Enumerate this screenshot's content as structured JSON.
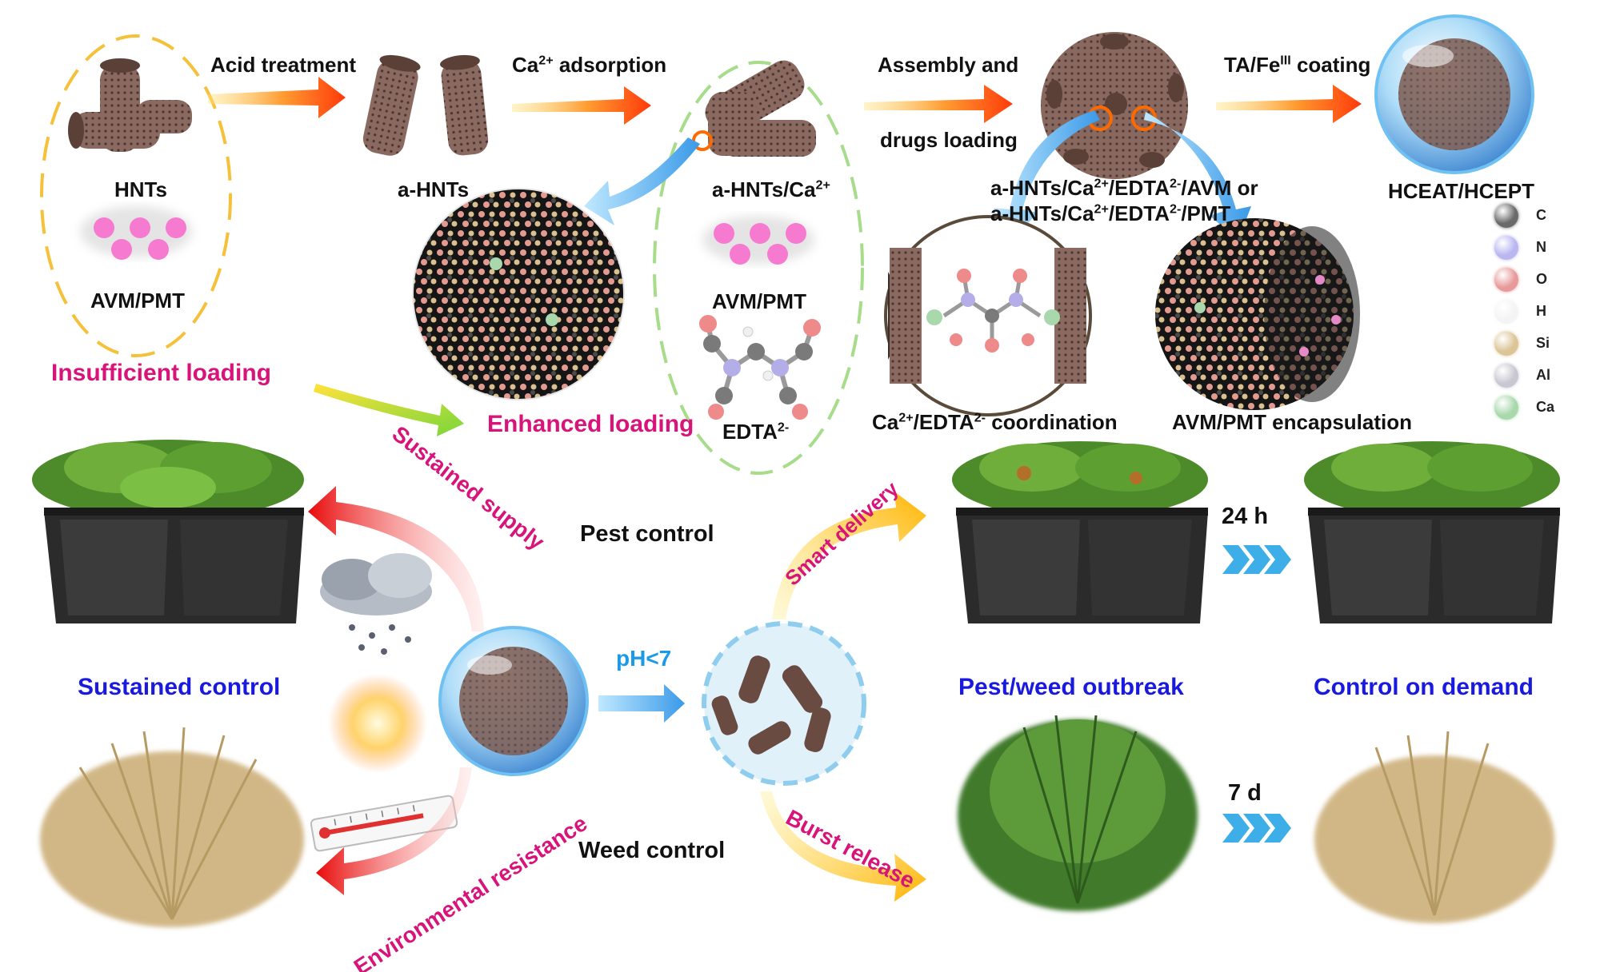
{
  "top": {
    "hnts": "HNTs",
    "drug_left": "AVM/PMT",
    "acid": "Acid treatment",
    "a_hnts": "a-HNTs",
    "ca_ads_pre": "Ca",
    "ca_ads_sup": "2+",
    "ca_ads_post": " adsorption",
    "a_hnts_ca_pre": "a-HNTs/Ca",
    "a_hnts_ca_sup": "2+",
    "drug_mid": "AVM/PMT",
    "edta_pre": "EDTA",
    "edta_sup": "2-",
    "assembly1": "Assembly and",
    "assembly2": "drugs loading",
    "ta_pre": "TA/Fe",
    "ta_sup": "III",
    "ta_post": "  coating",
    "hceat": "HCEAT/HCEPT",
    "combo1_a": "a-HNTs/Ca",
    "combo1_s1": "2+",
    "combo1_b": "/EDTA",
    "combo1_s2": "2-",
    "combo1_c": "/AVM or",
    "combo2_a": "a-HNTs/Ca",
    "combo2_s1": "2+",
    "combo2_b": "/EDTA",
    "combo2_s2": "2-",
    "combo2_c": "/PMT",
    "insufficient": "Insufficient loading",
    "enhanced": "Enhanced loading",
    "coord_a": "Ca",
    "coord_s1": "2+",
    "coord_b": "/EDTA",
    "coord_s2": "2-",
    "coord_c": " coordination",
    "encap": "AVM/PMT encapsulation"
  },
  "legend": [
    {
      "label": "C",
      "color": "#6a6a6a"
    },
    {
      "label": "N",
      "color": "#b9b6f0"
    },
    {
      "label": "O",
      "color": "#e89a9a"
    },
    {
      "label": "H",
      "color": "#f4f4f4"
    },
    {
      "label": "Si",
      "color": "#dcc596"
    },
    {
      "label": "Al",
      "color": "#c9c8d2"
    },
    {
      "label": "Ca",
      "color": "#a8d8ac"
    }
  ],
  "bottom": {
    "sustained_supply": "Sustained supply",
    "env_resist": "Environmental resistance",
    "sustained_control": "Sustained control",
    "pest_control": "Pest control",
    "weed_control": "Weed control",
    "ph": "pH<7",
    "smart": "Smart delivery",
    "burst": "Burst release",
    "outbreak": "Pest/weed outbreak",
    "demand": "Control on demand",
    "t24": "24 h",
    "t7": "7 d"
  },
  "colors": {
    "blue_text": "#1a1adf",
    "pink_text": "#d8147a",
    "orange_arrow": "#ff4a10",
    "blue_arrow": "#4ab4ee"
  }
}
